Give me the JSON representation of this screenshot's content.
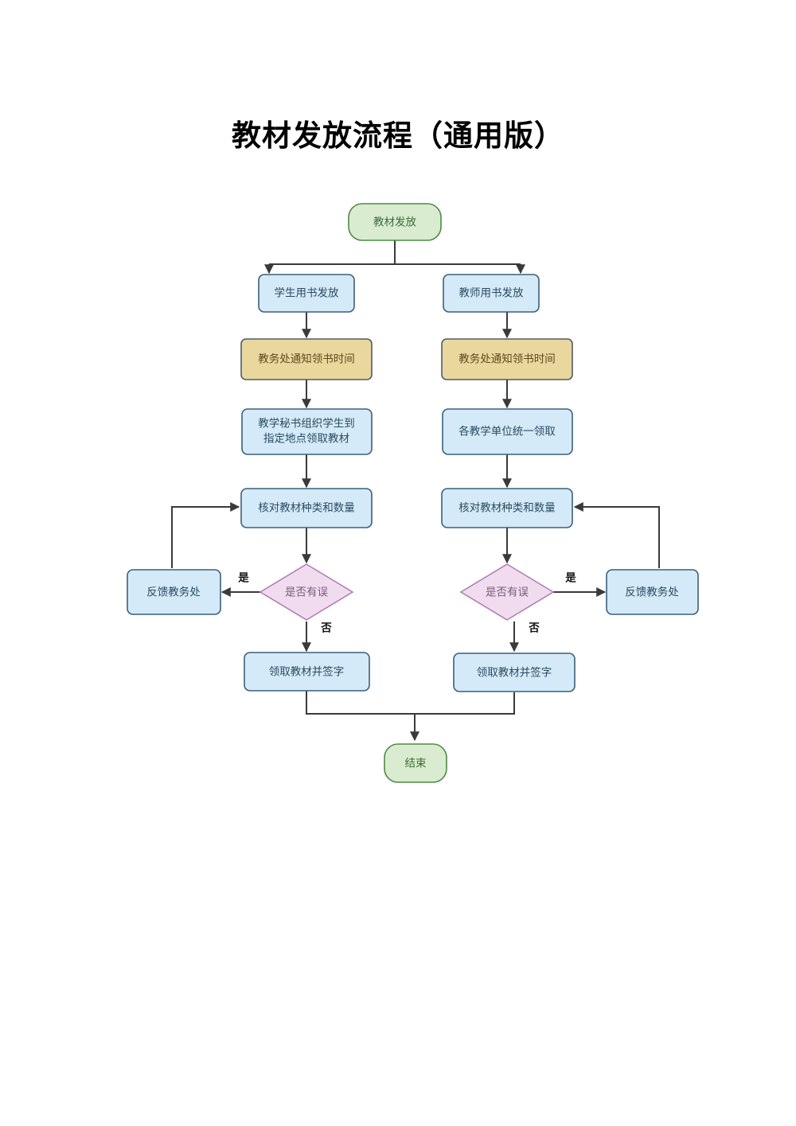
{
  "document": {
    "title": "教材发放流程（通用版）"
  },
  "colors": {
    "start_end_fill": "#d9ecd0",
    "start_end_stroke": "#4f8a46",
    "process_fill": "#d4eaf8",
    "process_stroke": "#3d5f78",
    "highlight_fill": "#e9d79d",
    "highlight_stroke": "#4e5b6b",
    "decision_fill": "#f0dcee",
    "decision_stroke": "#b07fb4",
    "edge_stroke": "#3a3a3a",
    "background": "#ffffff"
  },
  "flowchart": {
    "type": "flowchart",
    "orientation": "top-down",
    "nodes": {
      "start": {
        "label": "教材发放",
        "shape": "rounded-terminator",
        "color": "green"
      },
      "student_branch": {
        "label": "学生用书发放",
        "shape": "rounded-rect",
        "color": "blue"
      },
      "teacher_branch": {
        "label": "教师用书发放",
        "shape": "rounded-rect",
        "color": "blue"
      },
      "student_notice": {
        "label": "教务处通知领书时间",
        "shape": "rounded-rect",
        "color": "tan"
      },
      "teacher_notice": {
        "label": "教务处通知领书时间",
        "shape": "rounded-rect",
        "color": "tan"
      },
      "student_organize_line1": {
        "label": "教学秘书组织学生到",
        "shape": "rounded-rect",
        "color": "blue"
      },
      "student_organize_line2": {
        "label": "指定地点领取教材",
        "shape": "rounded-rect",
        "color": "blue"
      },
      "teacher_collect": {
        "label": "各教学单位统一领取",
        "shape": "rounded-rect",
        "color": "blue"
      },
      "student_check": {
        "label": "核对教材种类和数量",
        "shape": "rounded-rect",
        "color": "blue"
      },
      "teacher_check": {
        "label": "核对教材种类和数量",
        "shape": "rounded-rect",
        "color": "blue"
      },
      "student_decision": {
        "label": "是否有误",
        "shape": "diamond",
        "color": "pink"
      },
      "teacher_decision": {
        "label": "是否有误",
        "shape": "diamond",
        "color": "pink"
      },
      "student_feedback": {
        "label": "反馈教务处",
        "shape": "rounded-rect",
        "color": "blue"
      },
      "teacher_feedback": {
        "label": "反馈教务处",
        "shape": "rounded-rect",
        "color": "blue"
      },
      "student_sign": {
        "label": "领取教材并签字",
        "shape": "rounded-rect",
        "color": "blue"
      },
      "teacher_sign": {
        "label": "领取教材并签字",
        "shape": "rounded-rect",
        "color": "blue"
      },
      "end": {
        "label": "结束",
        "shape": "rounded-terminator",
        "color": "green"
      }
    },
    "edge_labels": {
      "student_yes": "是",
      "student_no": "否",
      "teacher_yes": "是",
      "teacher_no": "否"
    },
    "edges": [
      {
        "from": "start",
        "to": "student_branch",
        "label": ""
      },
      {
        "from": "start",
        "to": "teacher_branch",
        "label": ""
      },
      {
        "from": "student_branch",
        "to": "student_notice",
        "label": ""
      },
      {
        "from": "student_notice",
        "to": "student_organize_line1",
        "label": ""
      },
      {
        "from": "student_organize_line1",
        "to": "student_check",
        "label": ""
      },
      {
        "from": "student_check",
        "to": "student_decision",
        "label": ""
      },
      {
        "from": "student_decision",
        "to": "student_feedback",
        "label": "是"
      },
      {
        "from": "student_feedback",
        "to": "student_check",
        "label": ""
      },
      {
        "from": "student_decision",
        "to": "student_sign",
        "label": "否"
      },
      {
        "from": "student_sign",
        "to": "end",
        "label": ""
      },
      {
        "from": "teacher_branch",
        "to": "teacher_notice",
        "label": ""
      },
      {
        "from": "teacher_notice",
        "to": "teacher_collect",
        "label": ""
      },
      {
        "from": "teacher_collect",
        "to": "teacher_check",
        "label": ""
      },
      {
        "from": "teacher_check",
        "to": "teacher_decision",
        "label": ""
      },
      {
        "from": "teacher_decision",
        "to": "teacher_feedback",
        "label": "是"
      },
      {
        "from": "teacher_feedback",
        "to": "teacher_check",
        "label": ""
      },
      {
        "from": "teacher_decision",
        "to": "teacher_sign",
        "label": "否"
      },
      {
        "from": "teacher_sign",
        "to": "end",
        "label": ""
      }
    ]
  }
}
